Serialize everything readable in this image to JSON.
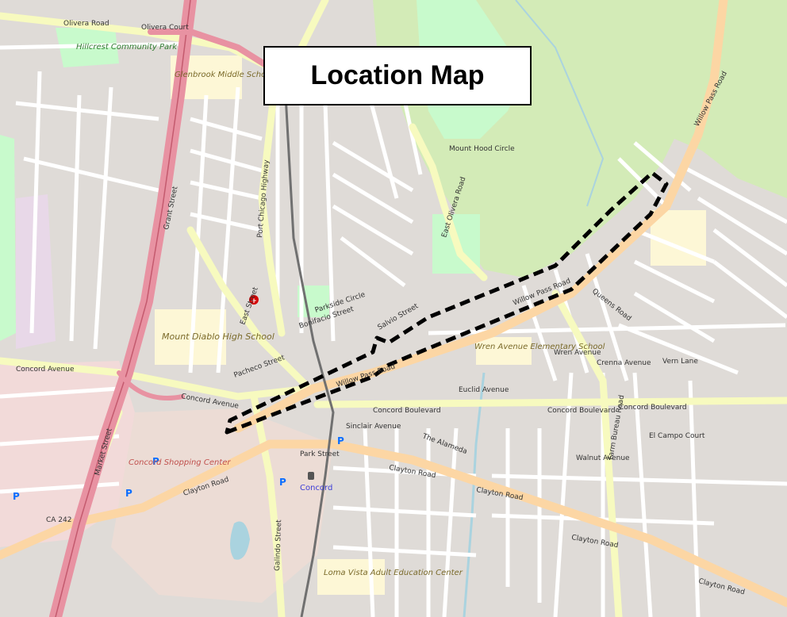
{
  "title": "Location Map",
  "colors": {
    "background": "#dfdbd7",
    "park": "#c8facc",
    "wood": "#add19e",
    "freeway": "#e892a2",
    "primary_road": "#fcd6a4",
    "secondary_road": "#f7fabf",
    "school": "#fdf7d6",
    "water": "#aad3df",
    "outline": "#000000"
  },
  "labels": {
    "willow_pass_road_ne": "Willow Pass Road",
    "willow_pass_road_mid": "Willow Pass Road",
    "willow_pass_road_sw": "Willow Pass Road",
    "concord_avenue_w": "Concord Avenue",
    "concord_avenue_mid": "Concord Avenue",
    "concord_boulevard_1": "Concord Boulevard",
    "concord_boulevard_2": "Concord Boulevard",
    "concord_boulevard_3": "Concord Boulevard",
    "clayton_road_1": "Clayton Road",
    "clayton_road_2": "Clayton Road",
    "clayton_road_3": "Clayton Road",
    "clayton_road_4": "Clayton Road",
    "clayton_road_5": "Clayton Road",
    "east_olivera_road": "East Olivera Road",
    "olivera_road": "Olivera Road",
    "olivera_court": "Olivera Court",
    "port_chicago_highway": "Port Chicago Highway",
    "salvio_street": "Salvio Street",
    "grant_street": "Grant Street",
    "east_street": "East Street",
    "galindo_street": "Galindo Street",
    "market_street": "Market Street",
    "euclid_avenue": "Euclid Avenue",
    "el_campo_court": "El Campo Court",
    "walnut_avenue": "Walnut Avenue",
    "vern_lane": "Vern Lane",
    "crenna_avenue": "Crenna Avenue",
    "wren_avenue": "Wren Avenue",
    "farm_bureau_road": "Farm Bureau Road",
    "queens_road": "Queens Road",
    "bonifacio_street": "Bonifacio Street",
    "pacheco_street": "Pacheco Street",
    "parkside_circle": "Parkside Circle",
    "sinclair_avenue": "Sinclair Avenue",
    "the_alameda": "The Alameda",
    "park_street": "Park Street",
    "hillcrest_park": "Hillcrest Community Park",
    "glenbrook_school": "Glenbrook Middle School",
    "mount_diablo_hs": "Mount Diablo High School",
    "wren_elementary": "Wren Avenue Elementary School",
    "concord_shopping": "Concord Shopping Center",
    "lama_vista": "Loma Vista Adult Education Center",
    "concord_station": "Concord",
    "ca_242": "CA 242",
    "mount_hood_circle": "Mount Hood Circle",
    "parking": "P"
  }
}
